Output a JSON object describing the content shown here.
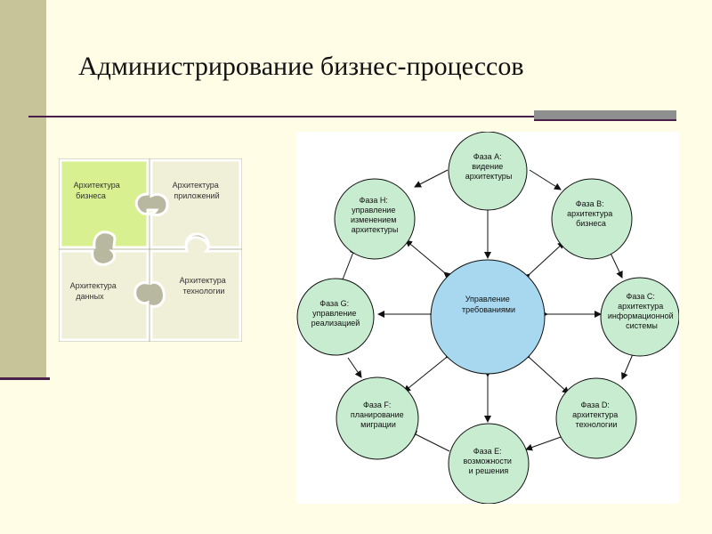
{
  "title": "Администрирование бизнес-процессов",
  "puzzle": {
    "pieces": [
      {
        "id": "business",
        "lines": [
          "Архитектура",
          "бизнеса"
        ]
      },
      {
        "id": "apps",
        "lines": [
          "Архитектура",
          "приложений"
        ]
      },
      {
        "id": "data",
        "lines": [
          "Архитектура",
          "данных"
        ]
      },
      {
        "id": "tech",
        "lines": [
          "Архитектура",
          "технологии"
        ]
      }
    ]
  },
  "cycle": {
    "center": {
      "lines": [
        "Управление",
        "требованиями"
      ]
    },
    "phases": [
      {
        "lines": [
          "Фаза А:",
          "видение",
          "архитектуры"
        ]
      },
      {
        "lines": [
          "Фаза В:",
          "архитектура",
          "бизнеса"
        ]
      },
      {
        "lines": [
          "Фаза С:",
          "архитектура",
          "информационной",
          "системы"
        ]
      },
      {
        "lines": [
          "Фаза D:",
          "архитектура",
          "технологии"
        ]
      },
      {
        "lines": [
          "Фаза Е:",
          "возможности",
          "и решения"
        ]
      },
      {
        "lines": [
          "Фаза F:",
          "планирование",
          "миграции"
        ]
      },
      {
        "lines": [
          "Фаза G:",
          "управление",
          "реализацией"
        ]
      },
      {
        "lines": [
          "Фаза Н:",
          "управление",
          "изменением",
          "архитектуры"
        ]
      }
    ]
  },
  "colors": {
    "node": "#c8ecd0",
    "center": "#a8d8f0",
    "highlight": "#d8f090",
    "piece": "#f0f0d8"
  }
}
